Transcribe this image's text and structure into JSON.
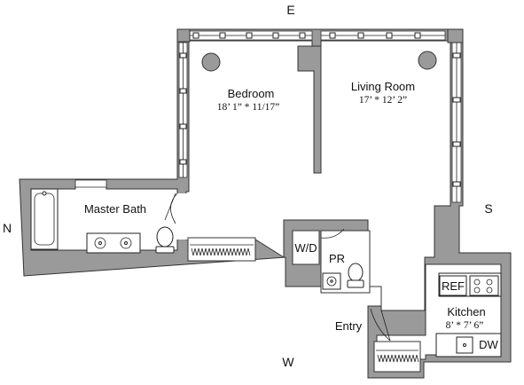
{
  "compass": {
    "north": "N",
    "south": "S",
    "east": "E",
    "west": "W"
  },
  "rooms": {
    "bedroom": {
      "name": "Bedroom",
      "dims": "18’ 1”  * 11/17”"
    },
    "living": {
      "name": "Living Room",
      "dims": "17’  * 12’ 2”"
    },
    "master_bath": {
      "name": "Master Bath"
    },
    "kitchen": {
      "name": "Kitchen",
      "dims": "8’  * 7’ 6”"
    },
    "powder": {
      "name": "PR"
    },
    "entry": {
      "name": "Entry"
    }
  },
  "fixtures": {
    "washer_dryer": "W/D",
    "refrigerator": "REF",
    "dishwasher": "DW"
  }
}
